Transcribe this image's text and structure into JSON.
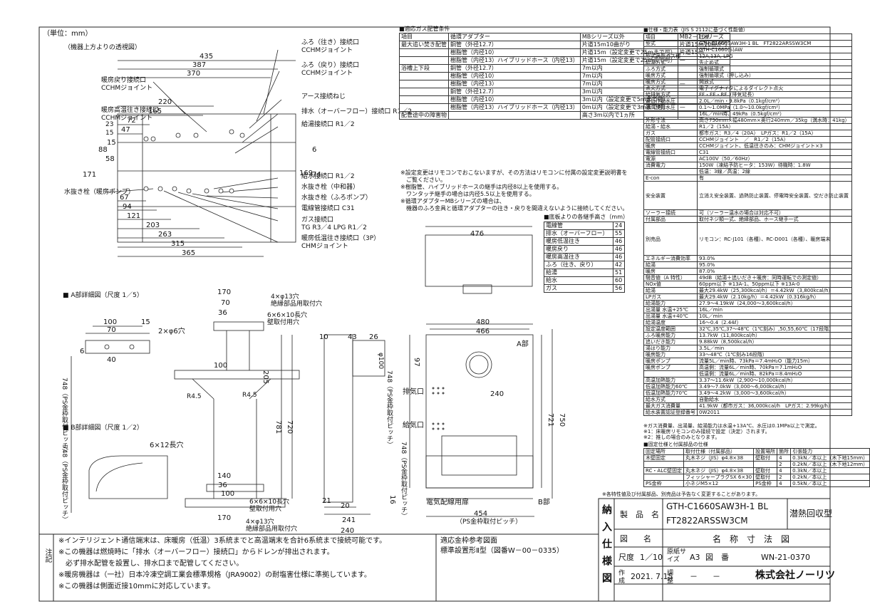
{
  "unit_label": "（単位：mm）",
  "view_labels": {
    "top_view": "（機器上方よりの透視図）",
    "a_detail": "■ A部詳細図（尺度 1／5）",
    "b_detail": "■ B部詳細図（尺度 1／2）",
    "a_part": "A部",
    "b_part": "B部"
  },
  "top_view": {
    "connections_left": [
      "暖房戻り接続口",
      "CCHMジョイント",
      "暖房高温往き接続口",
      "CCHMジョイント"
    ],
    "connections_right": [
      "ふろ（往き）接続口",
      "CCHMジョイント",
      "ふろ（戻り）接続口",
      "CCHMジョイント",
      "アース接続ねじ",
      "排水（オーバーフロー）接続口 R1／2",
      "給湯接続口 R1／2"
    ],
    "connections_lower": [
      "給水接続口 R1／2",
      "水抜き栓（中和器）",
      "水抜き栓（ふろポンプ）",
      "電線管接続口 C31",
      "ガス接続口",
      "TG R3／4 LPG R1／2",
      "暖房低温往き接続口（3P）",
      "CHMジョイント"
    ],
    "drain_label": "水抜き栓（暖房ポンプ）",
    "dims_top": [
      "435",
      "387",
      "370",
      "220",
      "165",
      "72",
      "47",
      "23",
      "15"
    ],
    "dims_vertical": [
      "171",
      "88",
      "58",
      "15",
      "6",
      "169",
      "74"
    ],
    "dims_bottom": [
      "67",
      "94",
      "121",
      "203",
      "263",
      "315",
      "365"
    ]
  },
  "a_detail": {
    "dims": [
      "100",
      "70",
      "15",
      "2×φ6穴",
      "40",
      "6"
    ],
    "pitch": "748（PS金枠取付ピッチ）"
  },
  "b_detail": {
    "hole": "6×12長穴",
    "pitch": "748（PS金枠取付ピッチ）"
  },
  "bracket": {
    "top_dims": [
      "170",
      "70",
      "36",
      "100"
    ],
    "bottom_dims": [
      "140",
      "100",
      "36",
      "170"
    ],
    "notes": [
      "4×φ13穴",
      "絶縁部品用取付穴",
      "6×6×10長穴",
      "壁取付用穴"
    ],
    "radius": [
      "R4.5",
      "R4.5"
    ],
    "h": [
      "205",
      "720",
      "781"
    ],
    "pitch": "748（PS金枠取付ピッチ）",
    "dims_side": [
      "10",
      "43",
      "26",
      "21",
      "20",
      "16",
      "241",
      "240"
    ],
    "phi": "φ100"
  },
  "front": {
    "dims_top": [
      "480",
      "466"
    ],
    "exhaust": "排気口",
    "intake": "給気口",
    "dims_right": [
      "721",
      "750"
    ],
    "dims_inner": [
      "97",
      "240"
    ],
    "plate": "電気配線用扉",
    "dims_bottom": [
      "454",
      "（PS金枠取付ピッチ）"
    ],
    "pitch_left": "748（PS金枠取付ピッチ）"
  },
  "plan_view_dim": "476",
  "piping": {
    "title": "■適応ガス配管条件",
    "header": [
      "項目",
      "循環アダプター",
      "MBシリーズ以外",
      "MB2－1シリーズ"
    ],
    "rows": [
      [
        "最大追い焚き配管",
        "銅管（外径12.7）",
        "片道15m10曲がり",
        "片道15m10曲がり"
      ],
      [
        "",
        "樹脂管（内径10）",
        "片道15m（設定変更で25mまで可）",
        "片道15m"
      ],
      [
        "",
        "樹脂管（内径13）ハイブリッドホース（内径13）",
        "片道15m（設定変更で25mまで可）",
        "—"
      ],
      [
        "浴槽上下段",
        "銅管（外径12.7）",
        "7m以内",
        ""
      ],
      [
        "",
        "樹脂管（内径10）",
        "7m以内",
        ""
      ],
      [
        "",
        "樹脂管（内径13）",
        "7m以内",
        "—"
      ],
      [
        "",
        "銅管（外径12.7）",
        "3m以内",
        ""
      ],
      [
        "",
        "樹脂管（内径10）",
        "3m以内（設定変更で5mまで可）",
        ""
      ],
      [
        "",
        "樹脂管（内径13）ハイブリッドホース（内径13）",
        "0m以内（設定変更で3mまで可）",
        "—"
      ],
      [
        "配管途中の障害物",
        "",
        "高さ3m以内で1ヵ所",
        ""
      ]
    ],
    "notes": [
      "※設定変更はリモコンでおこないますが、その方法はリモコンに付属の設定変更説明書を",
      "　ご覧ください。",
      "※樹脂管、ハイブリッドホースの継手は内径8以上を使用する。",
      "　ワンタッチ継手の場合は内径5.5以上を使用する。",
      "※循環アダプターMBシリーズの場合は、",
      "　機器のふろ金具と循環アダプターの往き・戻りを間違えないように接続してください。"
    ]
  },
  "bottom_heights": {
    "title": "■底板よりの各継手高さ（mm）",
    "rows": [
      [
        "電線管",
        "24"
      ],
      [
        "排水（オーバーフロー）",
        "55"
      ],
      [
        "暖房低温往き",
        "46"
      ],
      [
        "暖房戻り",
        "46"
      ],
      [
        "暖房高温往き",
        "46"
      ],
      [
        "ふろ（往き、戻り）",
        "42"
      ],
      [
        "給湯",
        "51"
      ],
      [
        "給水",
        "60"
      ],
      [
        "ガス",
        "56"
      ]
    ]
  },
  "spec": {
    "title": "■仕様・能力表（JIS S 2112に基づく性能値）",
    "rows": [
      [
        "項目",
        "仕様"
      ],
      [
        "型式",
        "GTH-C1660SAW3H-1 BL　FT2822ARSSW3CM"
      ],
      [
        "",
        "GTH-C1660(S)AW"
      ],
      [
        "型式適用ガス種",
        "12A,13A, LPG"
      ],
      [
        "給湯方式",
        "先止め式"
      ],
      [
        "ふろ方式",
        "強制循環式"
      ],
      [
        "暖房方式",
        "強制循環式（押し込み）"
      ],
      [
        "暖房方式",
        "開放式"
      ],
      [
        "点火方式",
        "電子イグナイタによるダイレクト点火"
      ],
      [
        "給排気方式",
        "FF・FE・RF（排気延長）"
      ],
      [
        "最低作動水圧",
        "2.0L／min・9.8kPa（0.1kgf/cm²）"
      ],
      [
        "最高使用水圧",
        "0.1～1.0MPa（1.0～10.0kgf/cm²）"
      ],
      [
        "",
        "16L／min時、49kPa（0.5kgf/cm²）"
      ],
      [
        "外形寸法",
        "高さ750mm×幅480mm×奥行240mm／35kg（満水時：41kg）"
      ],
      [
        "給湯・給水",
        "R1／2（15A）"
      ],
      [
        "ガス",
        "都市ガス：R3／4（20A）　LPガス：R1／2（15A）"
      ],
      [
        "配管接続口",
        "CCHMジョイント　／　R1／2（15A）"
      ],
      [
        "暖房",
        "CCHMジョイント、低温往きのみ：CHMジョイント×3"
      ],
      [
        "電線管接続口",
        "C31"
      ],
      [
        "電源",
        "AC100V（50／60Hz）"
      ],
      [
        "消費電力",
        "150W（凍結予防ヒータ：153W）待機時：1.8W"
      ],
      [
        "",
        "低温：3線／高温：2線"
      ],
      [
        "E-con",
        "有"
      ],
      [
        "安全装置",
        "立消え安全装置、過熱防止装置、停電時安全装置、空だき防止装置"
      ],
      [
        "ソーラー接続",
        "可（ソーラー温水の場合は対応不可）"
      ],
      [
        "付属部品",
        "取付ネジ類一式、絶縁部品、ホース継手一式"
      ],
      [
        "別売品",
        "リモコン：RC-J101（各種）、RC-D001（各種）、暖房端末"
      ]
    ],
    "efficiency": [
      [
        "エネルギー消費効率",
        "93.0%"
      ],
      [
        "給湯",
        "95.0%"
      ],
      [
        "暖房",
        "87.0%"
      ]
    ],
    "noise": [
      "騒音値（A 特性）",
      "49dB（給湯＋追いだき＋暖房：同時運転での測定値）"
    ],
    "nox": [
      "NOx値",
      "60ppm以下 ※13A-1、50ppm以下 ※13A-0"
    ],
    "perf": [
      [
        "給湯",
        "最大29.4kW（25,300kcal/h）＝4.42kW（3,800kcal/h）"
      ],
      [
        "LPガス",
        "最大29.4kW（2.10kg/h）＝4.42kW（0.316kg/h）"
      ],
      [
        "給湯能力",
        "27.9～4.19kW（24,000～3,600kcal/h）"
      ],
      [
        "出湯量 水温+25℃",
        "16L／min"
      ],
      [
        "出湯量 水温+40℃",
        "10L／min"
      ],
      [
        "給湯温度",
        "16～0.4（2.44ℓ）"
      ],
      [
        "設定温度範囲",
        "32℃,35℃,37～48℃（1℃刻み）,50,55,60℃（17段階）"
      ],
      [
        "ふろ暖房能力",
        "13.7kW（11,800kcal/h）"
      ],
      [
        "追いだき能力",
        "9.88kW（8,500kcal/h）"
      ],
      [
        "湯はり能力",
        "3.5L／min"
      ],
      [
        "暖房能力",
        "33～48℃（1℃刻み16段階）"
      ],
      [
        "暖房ポンプ",
        "流量5L／min時、73kPa＝7.4mH₂O（能力15m）"
      ],
      [
        "暖房ポンプ",
        "高温側：流量6L／min時、70kPa＝7.1mH₂O"
      ],
      [
        "",
        "低温側：流量6L／min時、82kPa＝8.4mH₂O"
      ],
      [
        "高温加熱能力",
        "3.37～11.6kW（2,900～10,000kcal/h）"
      ],
      [
        "低温加熱能力60℃",
        "3.49～7.0kW（3,000～6,000kcal/h）"
      ],
      [
        "低温加熱能力70℃",
        "3.49～4.2kW（3,000～3,600kcal/h）"
      ],
      [
        "給水方式",
        "自動給水"
      ],
      [
        "最大ガス消費量",
        "41.9kW（都市ガス：36,000kcal/h　LPガス：2.99kg/h）"
      ],
      [
        "給水装置認証登録番号",
        "0W2011"
      ]
    ],
    "footnote": [
      "※ガス消費量、出湯量、給湯能力は水温+13A℃、水圧は0.1MPa以上で測定。",
      "※1：床暖房リモコンのみ接続で設定（決定）されます。",
      "※2：推しの場合のみとなります。"
    ]
  },
  "fixing": {
    "title": "■固定仕様と付属部品の仕様",
    "header": [
      "固定場所",
      "取付仕様（付属部品）",
      "設置場所",
      "箇所",
      "引張能力"
    ],
    "rows": [
      [
        "木壁固定",
        "丸木ネジ（JIS）φ4.8×38",
        "壁取付",
        "4",
        "0.3kN／本以上（木下地15mm）"
      ],
      [
        "",
        "",
        "",
        "2",
        "0.2kN／本以上（木下地12mm）"
      ],
      [
        "RC・ALC壁固定",
        "丸木ネジ（JIS）φ4.8×38",
        "壁取付",
        "4",
        "0.3kN／本以上"
      ],
      [
        "",
        "フィッシャープラグSX 6×30",
        "壁取付",
        "2",
        "0.2kN／本以上"
      ],
      [
        "PS金枠",
        "小ネジM5×12",
        "PS金枠",
        "4",
        "0.5kN／本以上"
      ]
    ],
    "note": "※各特性値及び付属部品、別売品は予告なく変更することがあります。"
  },
  "notes": {
    "label": "注記",
    "lines": [
      "※インテリジェント通信端末は、床暖房（低温）3系統までと高温端末を合計6系統まで接続可能です。",
      "※この機器は燃焼時に「排水（オーバーフロー）接続口」からドレンが排出されます。",
      "　必ず排水配管を設置し、排水口まで配管してください。",
      "※暖房機器は（一社）日本冷凍空調工業会標準規格（JRA9002）の耐塩害仕様に準拠しています。",
      "※この機器は側面近接10mmに対応しています。"
    ],
    "ref_title": "適応金枠参考図面",
    "ref_value": "標準設置形Ⅱ型（図番W－00－0335）"
  },
  "title_block": {
    "side_label": "納入仕様図",
    "product_label": "製　品　名",
    "product_name_1": "GTH-C1660SAW3H-1 BL",
    "product_name_2": "FT2822ARSSW3CM",
    "product_type": "潜熱回収型",
    "drawing_label": "図　　名",
    "drawing_name": "名　称　寸　法　図",
    "scale_label": "尺度",
    "scale": "1／10",
    "paper_label": "原紙サイズ",
    "paper": "A3",
    "dwg_no_label": "図　番",
    "dwg_no": "WN-21-0370",
    "made_label": "作成",
    "made": "2021. 7.15",
    "adjust_label": "調整",
    "adjust": "－",
    "dash": "－",
    "company": "株式会社ノーリツ"
  }
}
